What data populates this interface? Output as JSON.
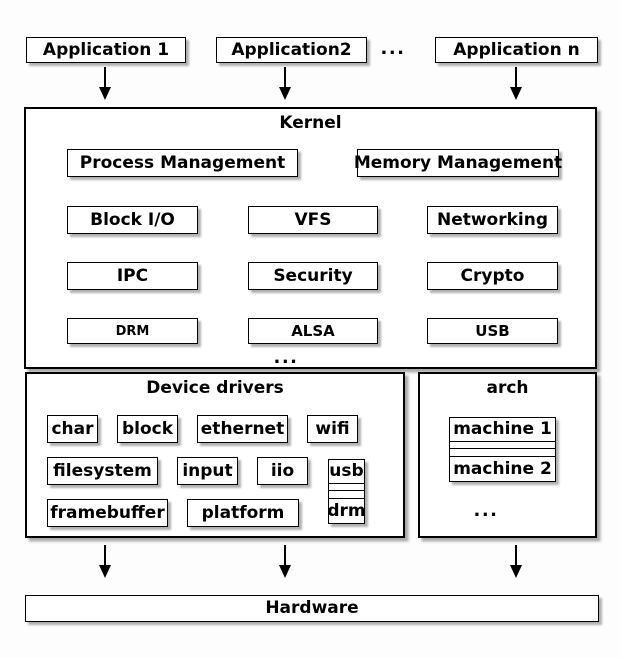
{
  "colors": {
    "background": "#fdfdfd",
    "box_fill": "#ffffff",
    "border": "#000000",
    "shadow": "#b0b0b0"
  },
  "applications": {
    "items": [
      "Application 1",
      "Application2",
      "Application n"
    ],
    "ellipsis": "..."
  },
  "kernel": {
    "title": "Kernel",
    "row1": [
      "Process Management",
      "Memory Management"
    ],
    "row2": [
      "Block I/O",
      "VFS",
      "Networking"
    ],
    "row3": [
      "IPC",
      "Security",
      "Crypto"
    ],
    "row4": [
      "DRM",
      "ALSA",
      "USB"
    ],
    "ellipsis": "..."
  },
  "device_drivers": {
    "title": "Device drivers",
    "row1": [
      "char",
      "block",
      "ethernet",
      "wifi"
    ],
    "row2": [
      "filesystem",
      "input",
      "iio"
    ],
    "row3": [
      "framebuffer",
      "platform"
    ],
    "usb_drm_stack": {
      "top": "usb",
      "bottom": "drm"
    }
  },
  "arch": {
    "title": "arch",
    "machine_stack": {
      "top": "machine 1",
      "bottom": "machine 2"
    },
    "ellipsis": "..."
  },
  "hardware": {
    "title": "Hardware"
  }
}
